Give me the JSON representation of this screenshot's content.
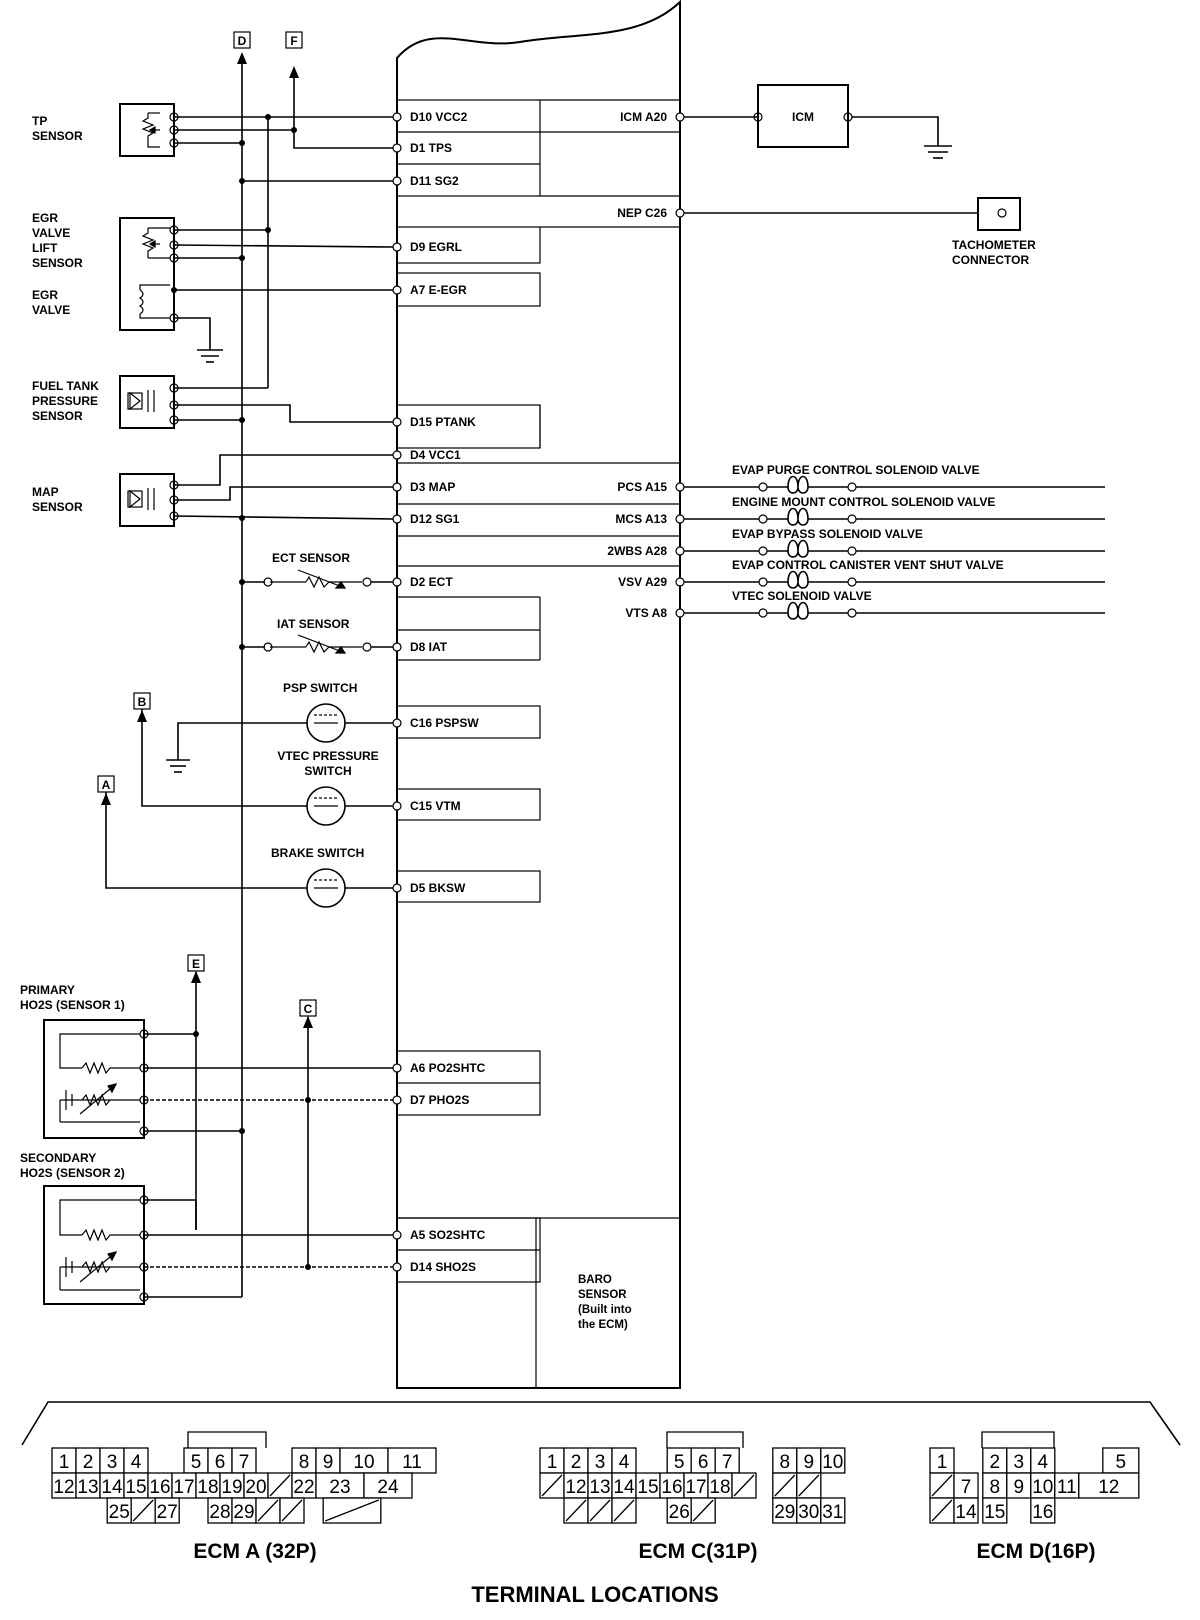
{
  "components": {
    "tp_sensor": "TP\nSENSOR",
    "egr_valve_lift_sensor": "EGR\nVALVE\nLIFT\nSENSOR",
    "egr_valve": "EGR\nVALVE",
    "fuel_tank_pressure_sensor": "FUEL TANK\nPRESSURE\nSENSOR",
    "map_sensor": "MAP\nSENSOR",
    "ect_sensor": "ECT SENSOR",
    "iat_sensor": "IAT SENSOR",
    "psp_switch": "PSP SWITCH",
    "vtec_pressure_switch": "VTEC PRESSURE\nSWITCH",
    "brake_switch": "BRAKE SWITCH",
    "primary_ho2s": "PRIMARY\nHO2S (SENSOR 1)",
    "secondary_ho2s": "SECONDARY\nHO2S (SENSOR 2)",
    "icm": "ICM",
    "tachometer_connector": "TACHOMETER\nCONNECTOR",
    "baro_sensor": "BARO\nSENSOR\n(Built into\nthe ECM)"
  },
  "markers": [
    "D",
    "F",
    "B",
    "A",
    "E",
    "C"
  ],
  "ecm_left_terminals": [
    "D10 VCC2",
    "D1 TPS",
    "D11 SG2",
    "D9 EGRL",
    "A7 E-EGR",
    "D15 PTANK",
    "D4 VCC1",
    "D3 MAP",
    "D12 SG1",
    "D2 ECT",
    "D8 IAT",
    "C16 PSPSW",
    "C15 VTM",
    "D5 BKSW",
    "A6 PO2SHTC",
    "D7 PHO2S",
    "A5 SO2SHTC",
    "D14 SHO2S"
  ],
  "ecm_right_terminals": [
    "ICM A20",
    "NEP C26",
    "PCS A15",
    "MCS A13",
    "2WBS A28",
    "VSV A29",
    "VTS A8"
  ],
  "solenoids": [
    "EVAP PURGE CONTROL SOLENOID VALVE",
    "ENGINE MOUNT CONTROL SOLENOID VALVE",
    "EVAP BYPASS SOLENOID VALVE",
    "EVAP CONTROL CANISTER VENT SHUT VALVE",
    "VTEC SOLENOID VALVE"
  ],
  "connectors": [
    {
      "caption": "ECM A (32P)",
      "row1": [
        "1",
        "2",
        "3",
        "4",
        "",
        "5",
        "6",
        "7",
        "",
        "8",
        "9",
        "10",
        "11"
      ],
      "row2": [
        "12",
        "13",
        "14",
        "15",
        "16",
        "17",
        "18",
        "19",
        "20",
        "/",
        "22",
        "23",
        "24"
      ],
      "row3": [
        "25",
        "/",
        "27",
        "28",
        "29",
        "/",
        "/",
        "/"
      ]
    },
    {
      "caption": "ECM C(31P)",
      "row1": [
        "1",
        "2",
        "3",
        "4",
        "",
        "5",
        "6",
        "7",
        "",
        "8",
        "9",
        "10"
      ],
      "row2": [
        "/",
        "12",
        "13",
        "14",
        "15",
        "16",
        "17",
        "18",
        "/",
        "/",
        "/"
      ],
      "row3": [
        "/",
        "/",
        "/",
        "26",
        "/",
        "29",
        "30",
        "31"
      ]
    },
    {
      "caption": "ECM D(16P)",
      "row1": [
        "1",
        "",
        "2",
        "3",
        "4",
        "",
        "5"
      ],
      "row2": [
        "/",
        "7",
        "8",
        "9",
        "10",
        "11",
        "12"
      ],
      "row3": [
        "/",
        "14",
        "15",
        "16"
      ]
    }
  ],
  "footer_title": "TERMINAL LOCATIONS"
}
